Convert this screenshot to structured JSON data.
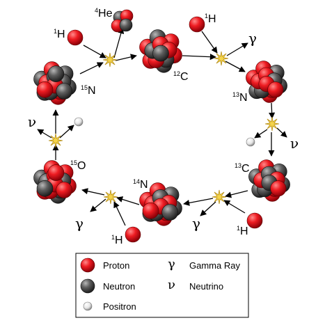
{
  "isotopes": {
    "he4": {
      "mass": "4",
      "symbol": "He"
    },
    "h1_top": {
      "mass": "1",
      "symbol": "H"
    },
    "c12": {
      "mass": "12",
      "symbol": "C"
    },
    "h1_topright": {
      "mass": "1",
      "symbol": "H"
    },
    "n13": {
      "mass": "13",
      "symbol": "N"
    },
    "c13": {
      "mass": "13",
      "symbol": "C"
    },
    "h1_right": {
      "mass": "1",
      "symbol": "H"
    },
    "n14": {
      "mass": "14",
      "symbol": "N"
    },
    "h1_bottom": {
      "mass": "1",
      "symbol": "H"
    },
    "o15": {
      "mass": "15",
      "symbol": "O"
    },
    "n15": {
      "mass": "15",
      "symbol": "N"
    }
  },
  "symbols": {
    "gamma": "γ",
    "nu": "ν"
  },
  "legend": {
    "proton": "Proton",
    "neutron": "Neutron",
    "positron": "Positron",
    "gamma_symbol": "γ",
    "gamma_label": "Gamma Ray",
    "nu_symbol": "ν",
    "nu_label": "Neutrino"
  },
  "colors": {
    "proton": "#e8141b",
    "neutron": "#5a5a5a",
    "positron": "#f0f0f0",
    "flash": "#f5d44a"
  }
}
